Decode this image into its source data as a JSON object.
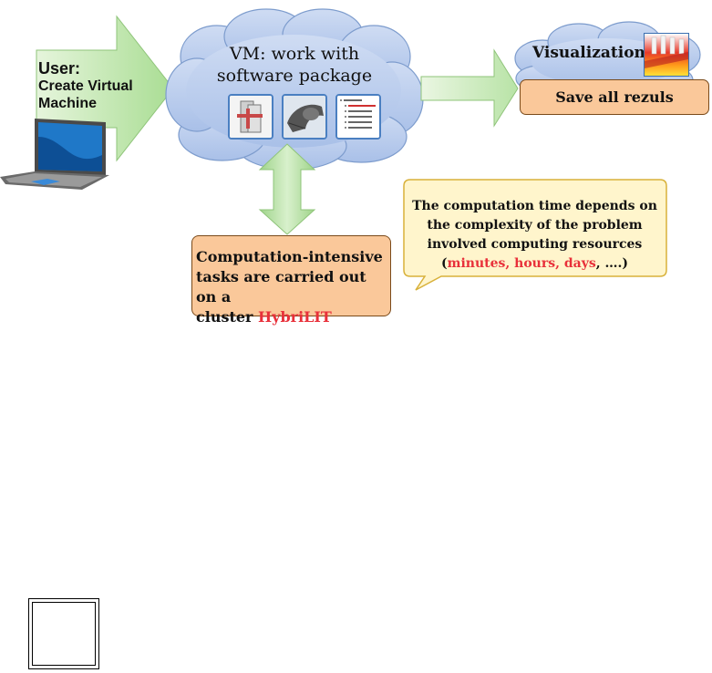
{
  "user": {
    "title": "User:",
    "line1": "Create Virtual",
    "line2": "Machine"
  },
  "vm": {
    "line1": "VM: work with",
    "line2": "software package"
  },
  "thumbnails": [
    "cad-model-thumbnail",
    "mesh-model-thumbnail",
    "study-tree-thumbnail"
  ],
  "visualization": {
    "label": "Visualization"
  },
  "save": {
    "label": "Save all rezuls"
  },
  "compute": {
    "line1": "Computation-intensive",
    "line2": "tasks are carried out on a",
    "line3_prefix": "cluster ",
    "cluster_name": "HybriLIT"
  },
  "note": {
    "line1": "The computation time depends on",
    "line2": "the complexity  of the problem",
    "line3": "involved  computing resources",
    "open": "(",
    "times": "minutes, hours, days",
    "close": ", ….)"
  },
  "colors": {
    "arrow_green": "#b8e3a6",
    "cloud_blue": "#b8ccec",
    "box_orange": "#fac89a",
    "note_yellow": "#fff5cc",
    "highlight_red": "#e8303a"
  }
}
